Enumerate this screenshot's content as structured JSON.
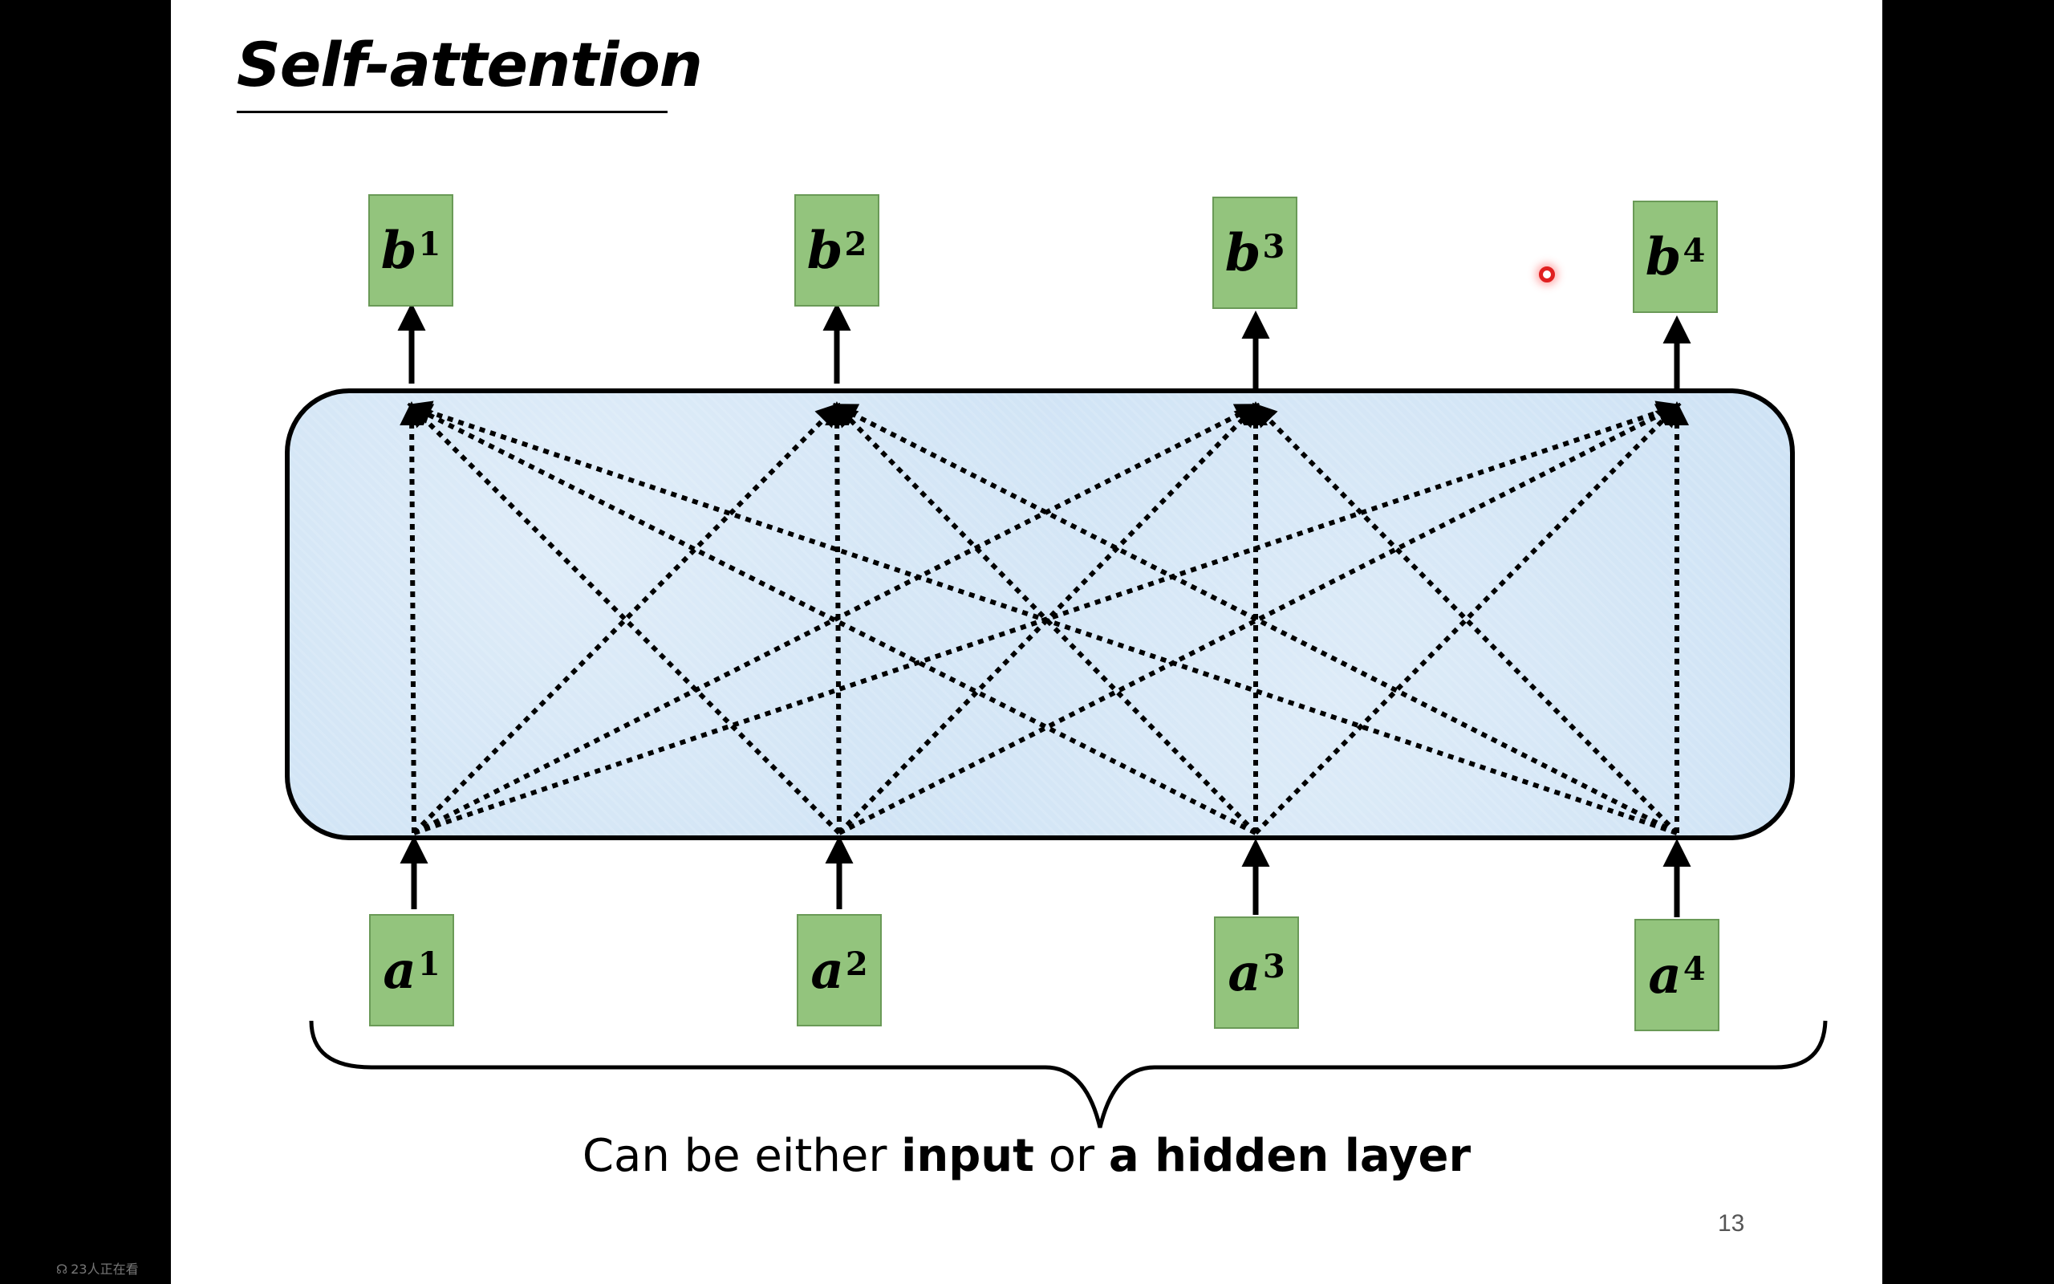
{
  "slide": {
    "title": "Self-attention",
    "outputs": [
      {
        "var": "b",
        "idx": "1"
      },
      {
        "var": "b",
        "idx": "2"
      },
      {
        "var": "b",
        "idx": "3"
      },
      {
        "var": "b",
        "idx": "4"
      }
    ],
    "inputs": [
      {
        "var": "a",
        "idx": "1"
      },
      {
        "var": "a",
        "idx": "2"
      },
      {
        "var": "a",
        "idx": "3"
      },
      {
        "var": "a",
        "idx": "4"
      }
    ],
    "caption": {
      "part1": "Can be either ",
      "bold1": "input",
      "part2": " or ",
      "bold2": "a hidden layer"
    },
    "page_number": "13"
  },
  "overlay": {
    "viewers_icon": "headset-icon",
    "viewers_text": "23人正在看"
  },
  "colors": {
    "node_fill": "#93c47d",
    "box_fill": "#cfe3f5",
    "pointer": "#e02020"
  }
}
